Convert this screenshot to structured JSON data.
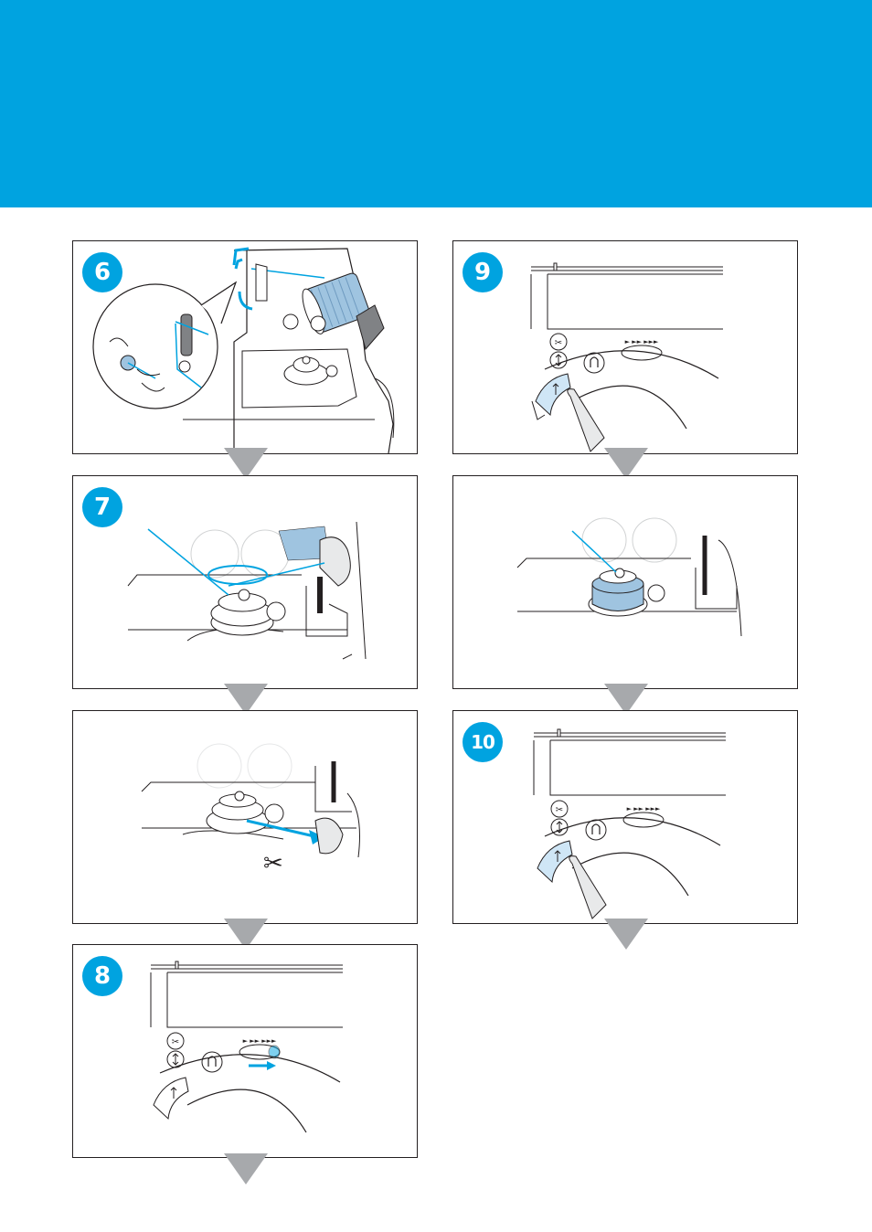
{
  "steps": {
    "s6": "6",
    "s7": "7",
    "s8": "8",
    "s9": "9",
    "s10": "10"
  },
  "colors": {
    "accent": "#00a3e0",
    "arrow": "#a7a9ac",
    "line": "#231f20"
  },
  "icons": [
    "scissors-icon",
    "needle-up-down-icon",
    "start-stop-icon",
    "reverse-icon",
    "speed-slider-icon"
  ]
}
